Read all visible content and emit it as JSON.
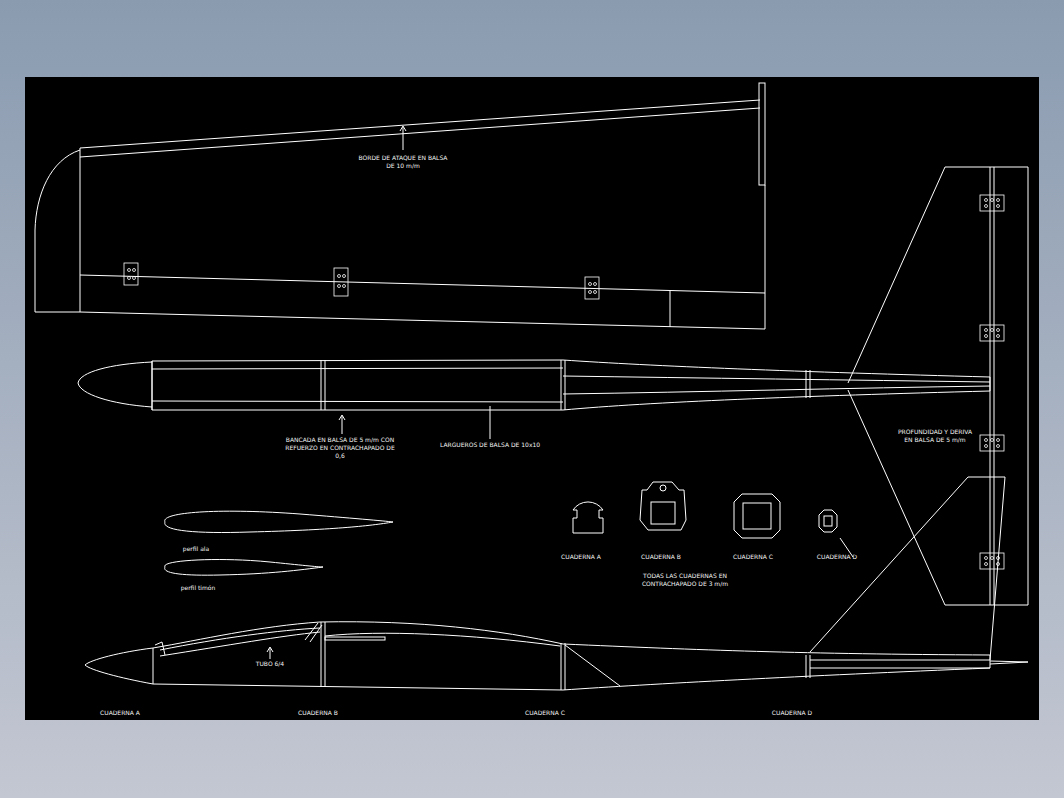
{
  "diagram": {
    "labels": [
      "BORDE DE ATAQUE EN BALSA DE 10 m/m",
      "BANCADA EN BALSA DE 5 m/m CON REFUERZO EN CONTRACHAPADO DE 0,6",
      "LARGUEROS DE BALSA DE 10x10",
      "PROFUNDIDAD Y DERIVA EN BALSA DE 5 m/m",
      "perfil ala",
      "perfil timón",
      "CUADERNA A",
      "CUADERNA B",
      "CUADERNA C",
      "CUADERNA D",
      "TODAS LAS CUADERNAS EN CONTRACHAPADO DE 3 m/m",
      "TUBO 6/4",
      "CUADERNA A",
      "CUADERNA B",
      "CUADERNA C",
      "CUADERNA D"
    ]
  }
}
